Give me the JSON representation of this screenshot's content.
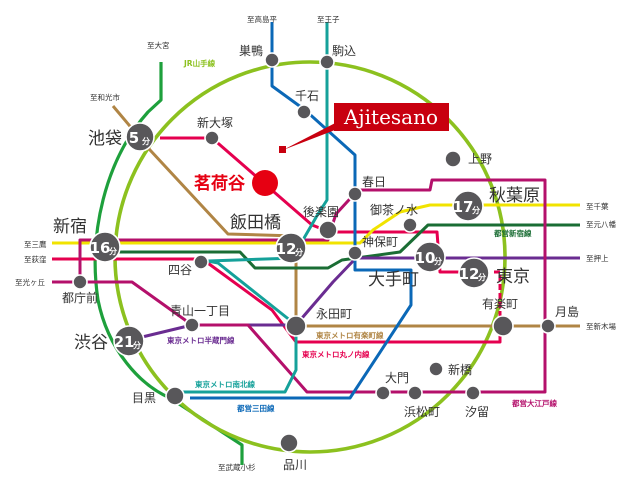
{
  "brand": {
    "label": "Ajitesano",
    "color": "#c8000f"
  },
  "home_station": {
    "name": "茗荷谷",
    "color": "#e60012"
  },
  "colors": {
    "yamanote": "#8cc11f",
    "saikyo": "#1ea03c",
    "marunouchi": "#e5004f",
    "yurakucho": "#b08545",
    "hanzomon": "#6a2c91",
    "namboku": "#15a19a",
    "mita": "#0b68b7",
    "oedo": "#b4106b",
    "shinjuku": "#1a6d34",
    "chuo_sobu": "#f1e300",
    "nanboku_n": "#119a9a",
    "mita_n": "#1b72c0"
  },
  "hubs": [
    {
      "id": "ikebukuro",
      "name": "池袋",
      "minutes": "5",
      "unit": "分"
    },
    {
      "id": "shinjuku",
      "name": "新宿",
      "minutes": "16",
      "unit": "分"
    },
    {
      "id": "shibuya",
      "name": "渋谷",
      "minutes": "21",
      "unit": "分"
    },
    {
      "id": "iidabashi",
      "name": "飯田橋",
      "minutes": "12",
      "unit": "分"
    },
    {
      "id": "otemachi",
      "name": "大手町",
      "minutes": "10",
      "unit": "分"
    },
    {
      "id": "tokyo",
      "name": "東京",
      "minutes": "12",
      "unit": "分"
    },
    {
      "id": "akihabara",
      "name": "秋葉原",
      "minutes": "17",
      "unit": "分"
    }
  ],
  "stations": {
    "sugamo": "巣鴨",
    "komagome": "駒込",
    "sengoku": "千石",
    "shinotsuka": "新大塚",
    "ueno": "上野",
    "kasuga": "春日",
    "korakuen": "後楽園",
    "ochanomizu": "御茶ノ水",
    "jimbocho": "神保町",
    "yotsuya": "四谷",
    "tochomae": "都庁前",
    "aoyama": "青山一丁目",
    "nagatacho": "永田町",
    "yurakucho": "有楽町",
    "tsukishima": "月島",
    "meguro": "目黒",
    "daimon": "大門",
    "shimbashi": "新橋",
    "hamamatsucho": "浜松町",
    "shiodome": "汐留",
    "shinagawa": "品川"
  },
  "directions": {
    "takashimadaira": "至高島平",
    "oji": "至王子",
    "omiya": "至大宮",
    "wakoshi": "至和光市",
    "chiba": "至千葉",
    "motoyawata": "至元八幡",
    "oshiage": "至押上",
    "mitaka": "至三鷹",
    "ogikubo": "至荻窪",
    "hikarigaoka": "至光ヶ丘",
    "shinkiba": "至新木場",
    "musashikosugi": "至武蔵小杉"
  },
  "line_names": {
    "yamanote": "JR山手線",
    "shinjuku": "都営新宿線",
    "yurakucho": "東京メトロ有楽町線",
    "marunouchi": "東京メトロ丸ノ内線",
    "hanzomon": "東京メトロ半蔵門線",
    "namboku": "東京メトロ南北線",
    "mita": "都営三田線",
    "oedo": "都営大江戸線"
  }
}
